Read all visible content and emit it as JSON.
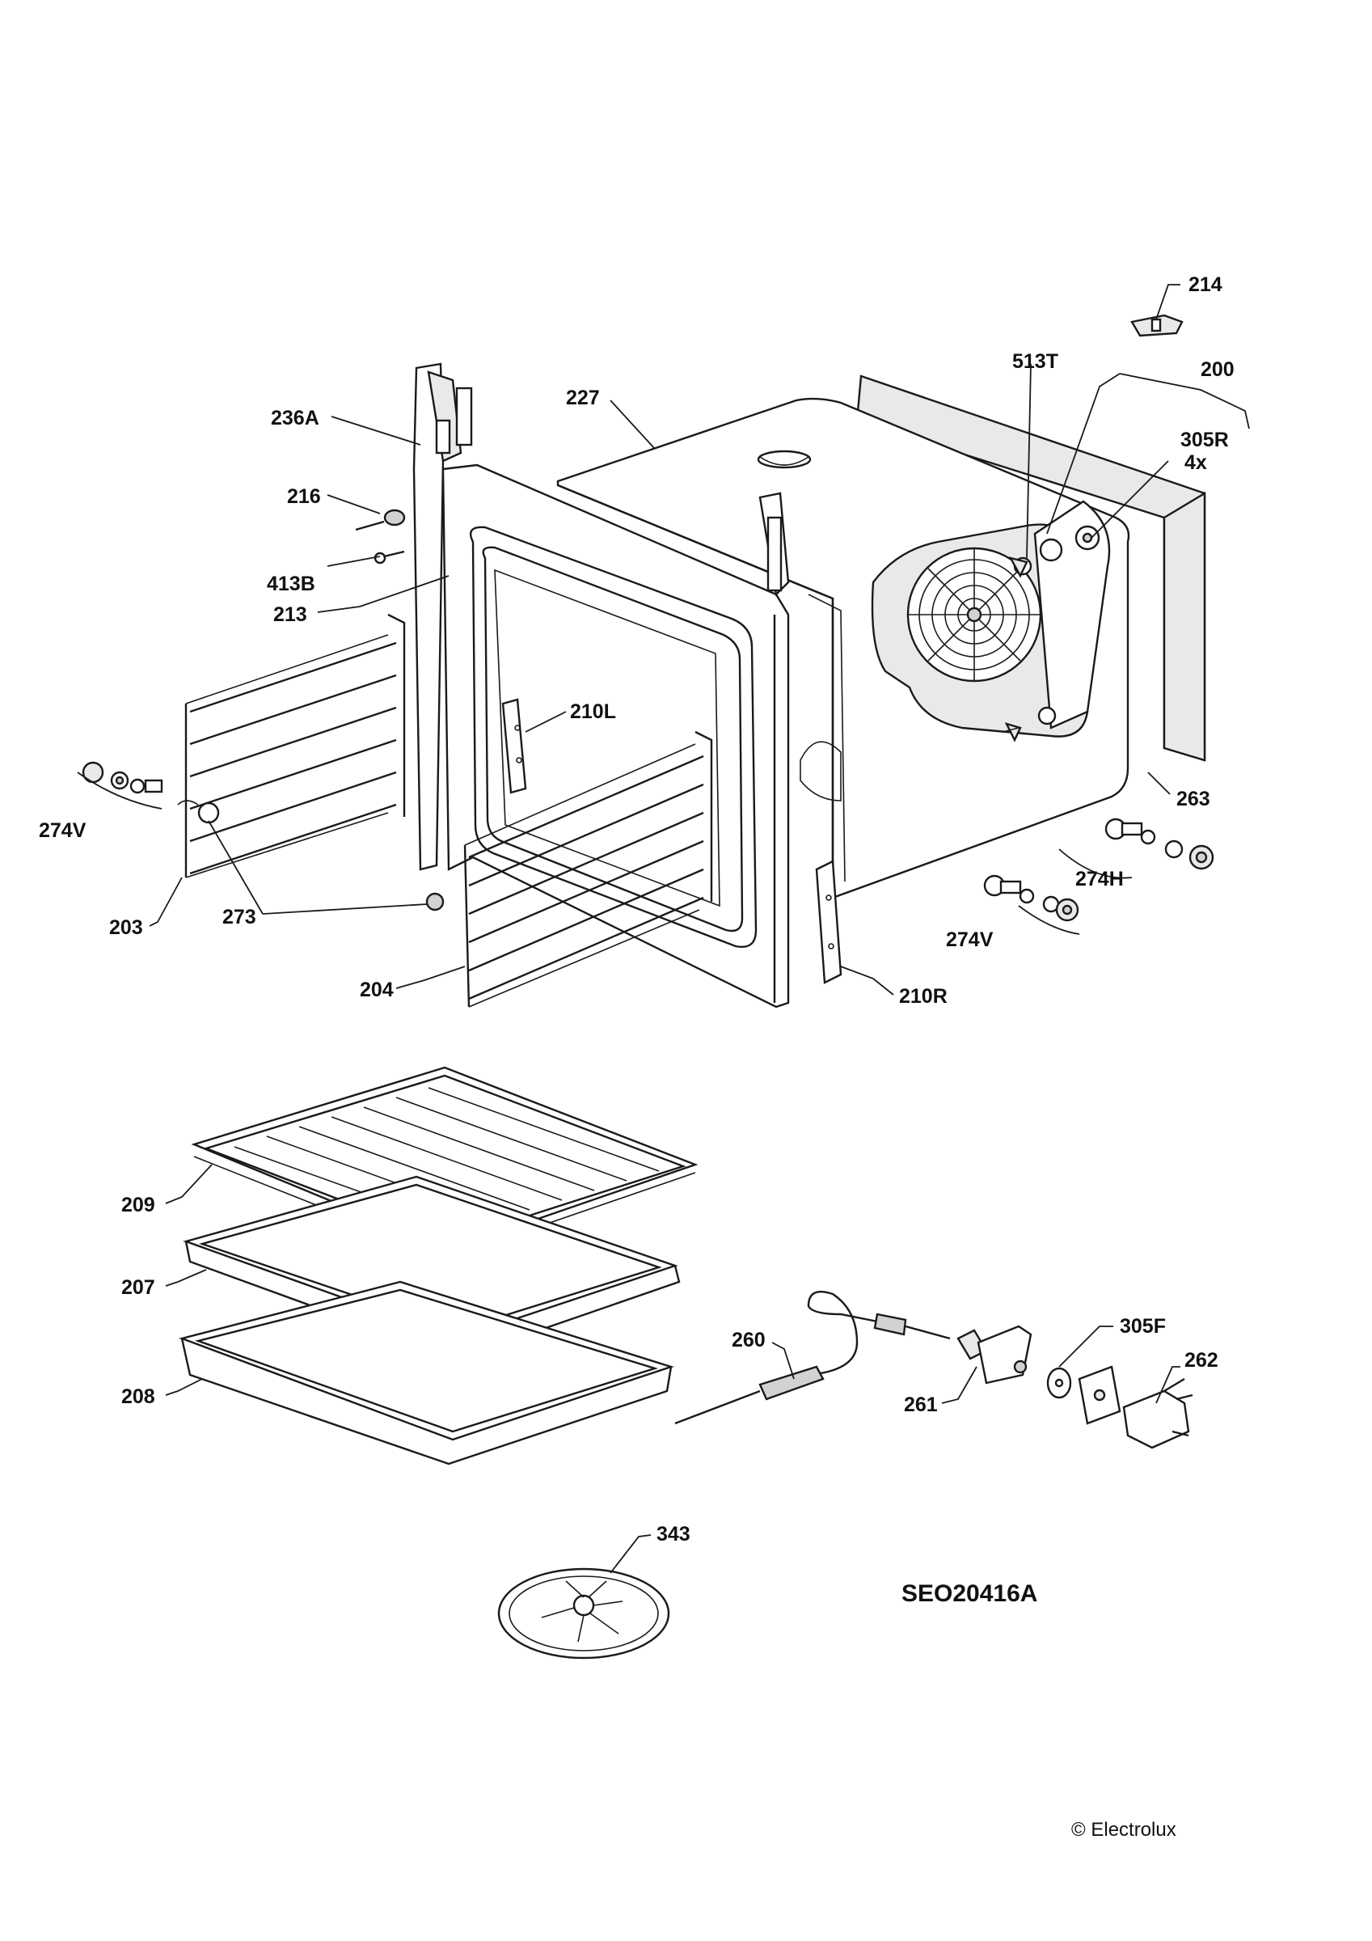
{
  "drawing_id": "SEO20416A",
  "copyright": "© Electrolux",
  "parts": {
    "p214": "214",
    "p513T": "513T",
    "p200": "200",
    "p227": "227",
    "p236A": "236A",
    "p305R": "305R",
    "p4x": "4x",
    "p216": "216",
    "p413B": "413B",
    "p213": "213",
    "p210L": "210L",
    "p263": "263",
    "p274V_left": "274V",
    "p274H": "274H",
    "p274V_right": "274V",
    "p203": "203",
    "p273": "273",
    "p204": "204",
    "p210R": "210R",
    "p209": "209",
    "p207": "207",
    "p208": "208",
    "p260": "260",
    "p305F": "305F",
    "p262": "262",
    "p261": "261",
    "p343": "343"
  }
}
